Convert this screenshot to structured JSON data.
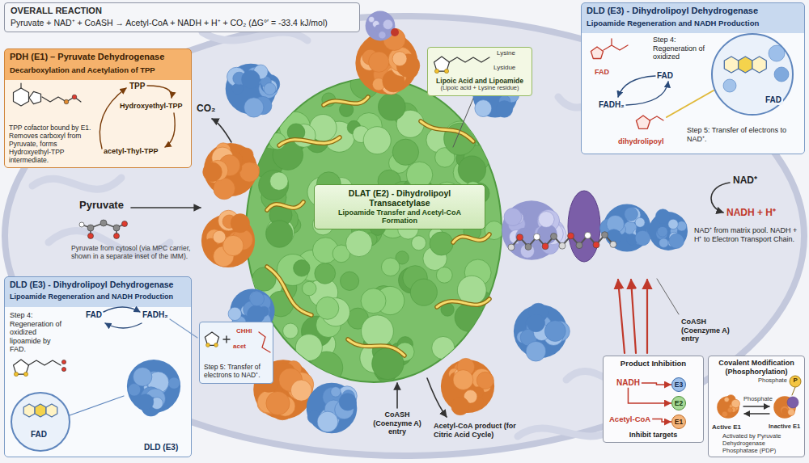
{
  "diagram": {
    "nodes": [
      {
        "text": [
          "OVERALL REACTION",
          "Pyruvate + NAD⁺ + CoASH → Acetyl-CoA + NADH + H⁺ + CO₂ (ΔG°′ = -33.4 kJ/mol)"
        ]
      },
      {
        "text": [
          "PDH (E1) – Pyruvate Dehydrogenase",
          "Decarboxylation and Acetylation of TPP",
          "TPP cofactor bound by E1. Removes carboxyl from Pyruvate, forms Hydroxyethyl-TPP intermediate."
        ]
      },
      {
        "text": [
          "Lipoic Acid and Lipoamide",
          "(Lipoic acid + Lysine residue)"
        ]
      },
      {
        "text": [
          "DLD (E3) - Dihydrolipoyl Dehydrogenase",
          "Lipoamide Regeneration and NADH Production",
          "Step 4: Regeneration of oxidized",
          "Step 5: Transfer of electrons to NAD⁺."
        ]
      },
      {
        "text": [
          "DLAT (E2) - Dihydrolipoyl Transacetylase",
          "Lipoamide Transfer and Acetyl-CoA Formation"
        ]
      },
      {
        "text": [
          "DLD (E3) - Dihydrolipoyl Dehydrogenase",
          "Lipoamide Regeneration and NADH Production",
          "Step 4: Regeneration of oxidized lipoamide by FAD."
        ]
      },
      {
        "text": [
          "Step 5: Transfer of electrons to NAD⁺."
        ]
      },
      {
        "text": [
          "Product Inhibition",
          "Inhibit targets"
        ]
      },
      {
        "text": [
          "NADH"
        ],
        "in": 7
      },
      {
        "text": [
          "Acetyl-CoA"
        ],
        "in": 7
      },
      {
        "text": [
          "E3"
        ],
        "in": 7
      },
      {
        "text": [
          "E2"
        ],
        "in": 7
      },
      {
        "text": [
          "E1"
        ],
        "in": 7
      },
      {
        "text": [
          "Covalent Modification (Phosphorylation)"
        ]
      }
    ],
    "edges": [
      {
        "from": 8,
        "to": 10,
        "arrow": "to"
      },
      {
        "from": 8,
        "to": 11,
        "arrow": "to"
      },
      {
        "from": 9,
        "to": 12,
        "arrow": "to"
      }
    ],
    "labels": [
      "CO₂",
      "Pyruvate",
      "Pyruvate from cytosol (via MPC carrier, shown in a separate inset of the IMM).",
      "TPP",
      "Hydroxyethyl-TPP",
      "acetyl-Thyl-TPP",
      "Lysine",
      "Lysidue",
      "FAD",
      "FADH₂",
      "FAD",
      "dihydrolipoyl",
      "FAD",
      "NAD⁺",
      "NADH + H⁺",
      "NAD⁺ from matrix pool. NADH + H⁺ to Electron Transport Chain.",
      "CoASH (Coenzyme A) entry",
      "FAD",
      "FADH₂",
      "FAD",
      "DLD (E3)",
      "CHHI",
      "acet",
      "CoASH (Coenzyme A) entry",
      "Acetyl-CoA product (for Citric Acid Cycle)",
      "Phosphate",
      "P",
      "Phosphate",
      "Active E1",
      "Inactive E1",
      "Activated by Pyruvate Dehydrogenase Phosphatase (PDP)"
    ]
  }
}
